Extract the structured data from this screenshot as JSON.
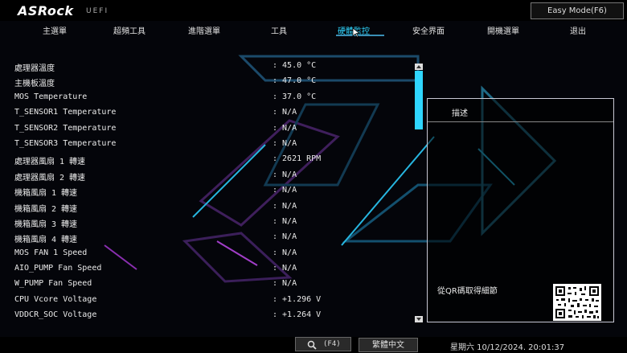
{
  "brand": {
    "logo": "ASRock",
    "subtitle": "UEFI"
  },
  "header": {
    "mode_button": "Easy Mode(F6)"
  },
  "nav": {
    "tabs": [
      {
        "label": "主選單"
      },
      {
        "label": "超頻工具"
      },
      {
        "label": "進階選單"
      },
      {
        "label": "工具"
      },
      {
        "label": "硬體監控"
      },
      {
        "label": "安全界面"
      },
      {
        "label": "開機選單"
      },
      {
        "label": "退出"
      }
    ],
    "active_index": 4
  },
  "monitor": {
    "rows": [
      {
        "label": "處理器溫度",
        "value": ": 45.0 °C"
      },
      {
        "label": "主機板溫度",
        "value": ": 47.0 °C"
      },
      {
        "label": "MOS Temperature",
        "value": ": 37.0 °C"
      },
      {
        "label": "T_SENSOR1 Temperature",
        "value": ": N/A"
      },
      {
        "label": "T_SENSOR2 Temperature",
        "value": ": N/A"
      },
      {
        "label": "T_SENSOR3 Temperature",
        "value": ": N/A"
      },
      {
        "label": "處理器風扇 1 轉速",
        "value": ": 2621 RPM"
      },
      {
        "label": "處理器風扇 2 轉速",
        "value": ": N/A"
      },
      {
        "label": "機箱風扇 1 轉速",
        "value": ": N/A"
      },
      {
        "label": "機箱風扇 2 轉速",
        "value": ": N/A"
      },
      {
        "label": "機箱風扇 3 轉速",
        "value": ": N/A"
      },
      {
        "label": "機箱風扇 4 轉速",
        "value": ": N/A"
      },
      {
        "label": "MOS FAN 1 Speed",
        "value": ": N/A"
      },
      {
        "label": "AIO_PUMP Fan Speed",
        "value": ": N/A"
      },
      {
        "label": "W_PUMP Fan Speed",
        "value": ": N/A"
      },
      {
        "label": "CPU Vcore Voltage",
        "value": ": +1.296 V"
      },
      {
        "label": "VDDCR_SOC Voltage",
        "value": ": +1.264 V"
      }
    ]
  },
  "description": {
    "title": "描述",
    "qr_label": "從QR碼取得細節"
  },
  "footer": {
    "search_key": "(F4)",
    "language": "繁體中文",
    "datetime": "星期六 10/12/2024. 20:01:37"
  },
  "colors": {
    "accent": "#2fd6ff",
    "background": "#04050a"
  }
}
